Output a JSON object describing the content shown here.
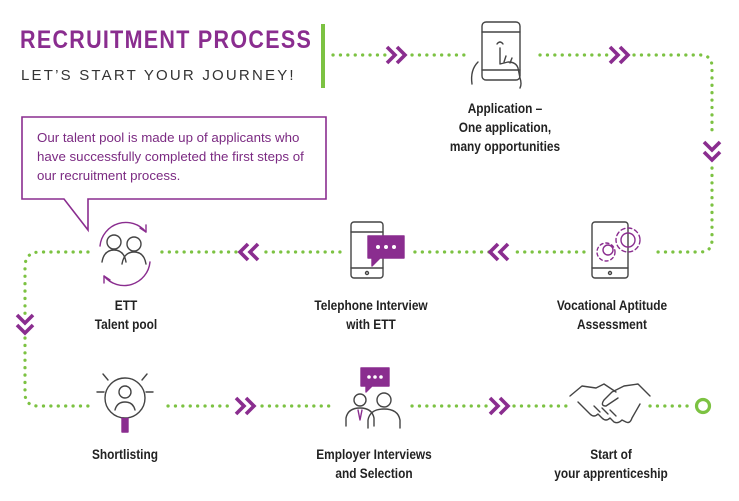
{
  "header": {
    "title": "RECRUITMENT PROCESS",
    "subtitle": "LET’S START YOUR JOURNEY!"
  },
  "callout": {
    "text": "Our talent pool is made up of applicants who have successfully completed the first steps of our recruitment process."
  },
  "steps": [
    {
      "id": "application",
      "icon": "tablet-touch-icon",
      "lines": [
        "Application –",
        "One application,",
        "many opportunities"
      ]
    },
    {
      "id": "aptitude",
      "icon": "gear-phone-icon",
      "lines": [
        "Vocational Aptitude",
        "Assessment"
      ]
    },
    {
      "id": "telephone",
      "icon": "phone-chat-icon",
      "lines": [
        "Telephone Interview",
        "with ETT"
      ]
    },
    {
      "id": "talent-pool",
      "icon": "people-cycle-icon",
      "lines": [
        "ETT",
        "Talent pool"
      ]
    },
    {
      "id": "shortlisting",
      "icon": "person-spotlight-icon",
      "lines": [
        "Shortlisting"
      ]
    },
    {
      "id": "employer",
      "icon": "interview-chat-icon",
      "lines": [
        "Employer Interviews",
        "and Selection"
      ]
    },
    {
      "id": "start",
      "icon": "handshake-icon",
      "lines": [
        "Start of",
        "your apprenticeship"
      ]
    }
  ],
  "colors": {
    "purple": "#8a2d8f",
    "green": "#7cc242",
    "text": "#222222"
  }
}
